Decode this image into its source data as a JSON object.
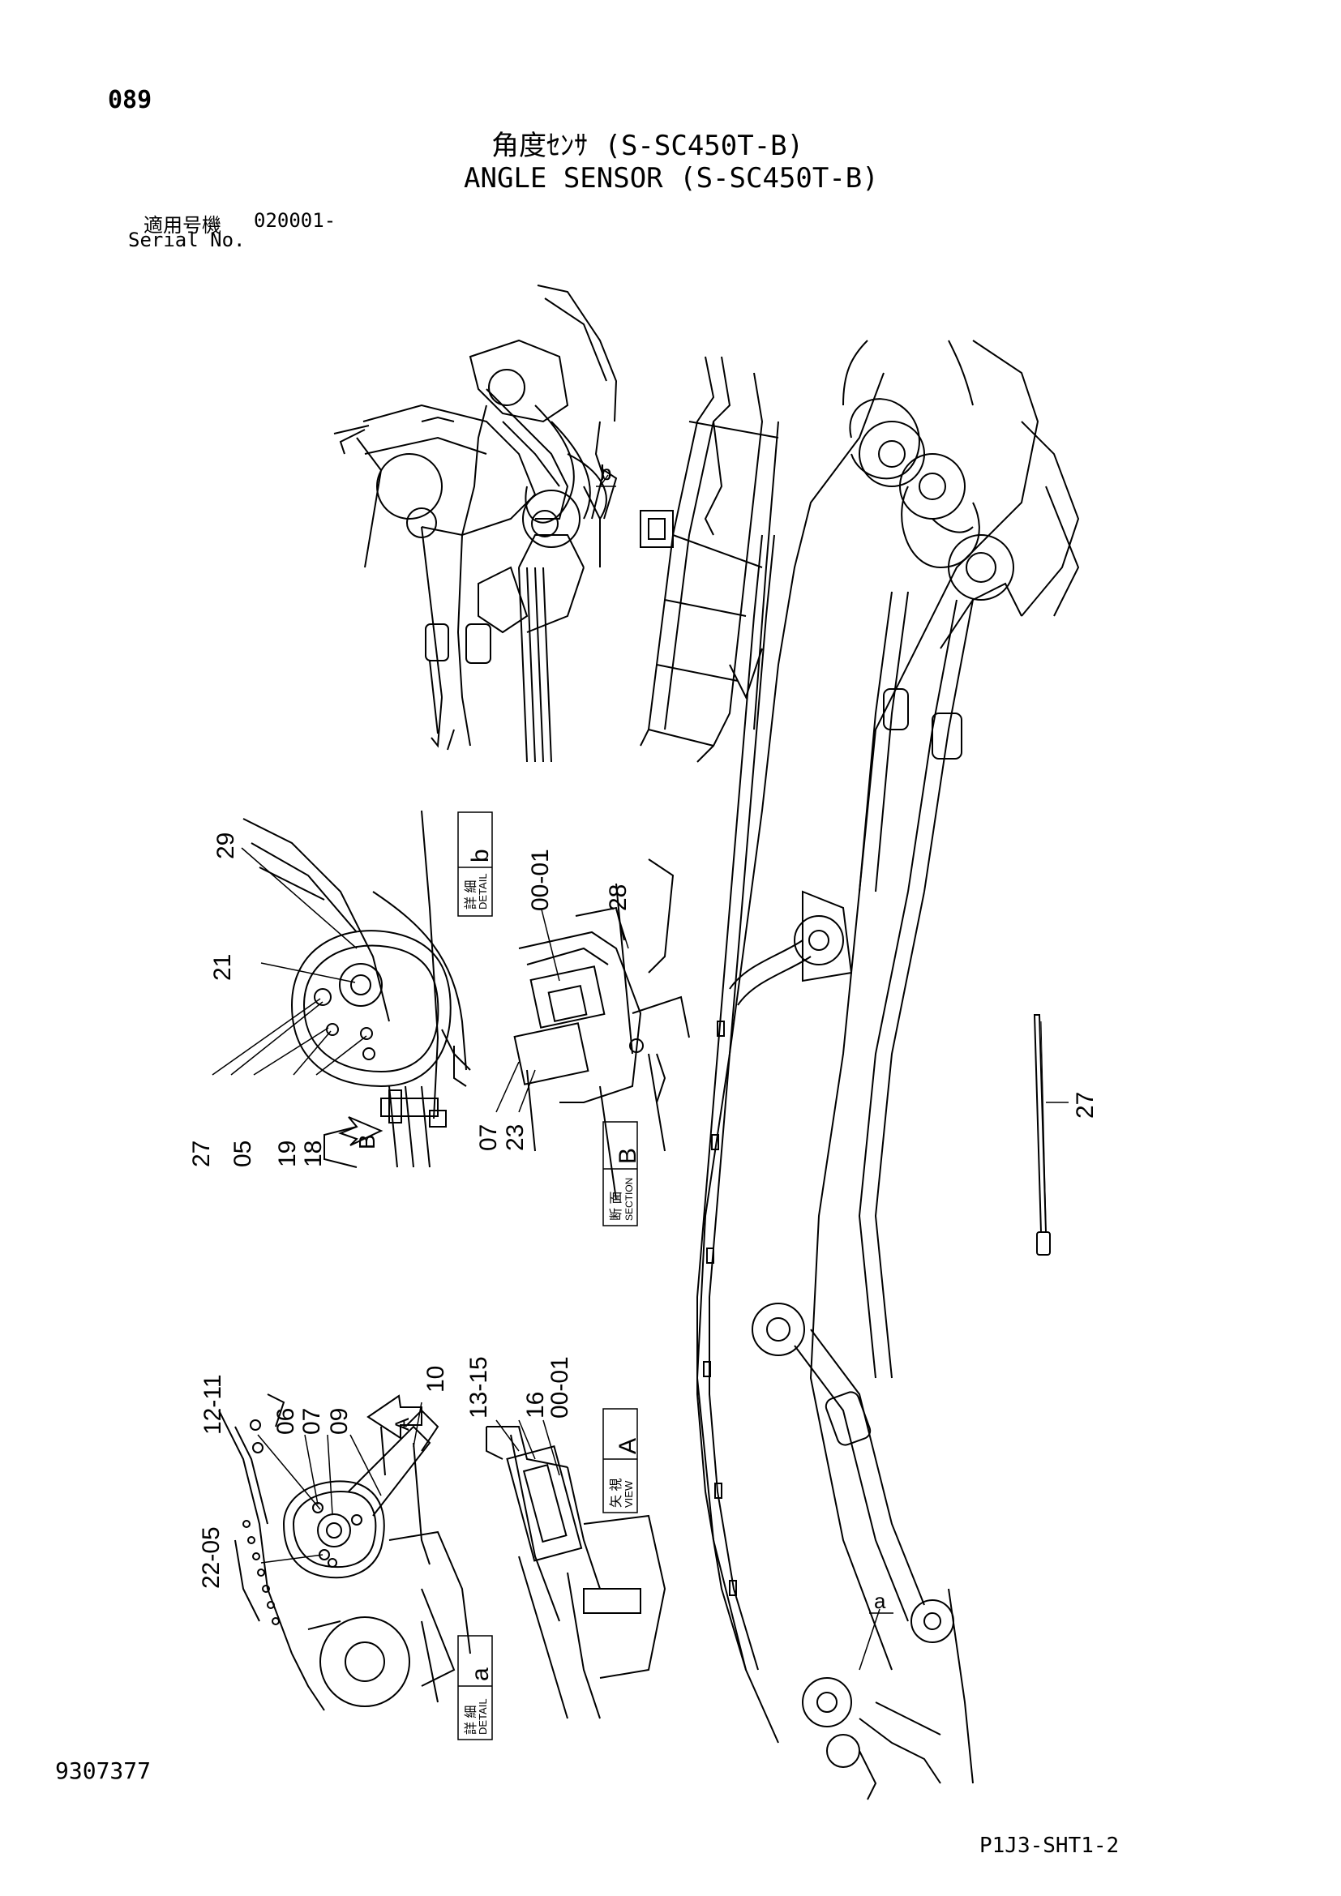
{
  "page_number": "089",
  "title_jp": "角度ｾﾝｻ (S-SC450T-B)",
  "title_en": "ANGLE SENSOR (S-SC450T-B)",
  "serial_label_jp": "適用号機",
  "serial_value": "020001-",
  "serial_label_en": "Serial No.",
  "doc_number": "9307377",
  "sheet_code": "P1J3-SHT1-2",
  "detail_b": {
    "jp": "詳 細",
    "en": "DETAIL",
    "letter": "b"
  },
  "section_b": {
    "jp": "断 面",
    "en": "SECTION",
    "letter": "B"
  },
  "view_a": {
    "jp": "矢 視",
    "en": "VIEW",
    "letter": "A"
  },
  "detail_a": {
    "jp": "詳 細",
    "en": "DETAIL",
    "letter": "a"
  },
  "callout_a": "a",
  "callout_b": "b",
  "arrow_b": "B",
  "arrow_a": "A",
  "parts": {
    "p29": "29",
    "p21": "21",
    "p27": "27",
    "p05": "05",
    "p19": "19",
    "p18": "18",
    "p00_01_b": "00-01",
    "p28": "28",
    "p07": "07",
    "p23": "23",
    "p27_tie": "27",
    "p12_11": "12-11",
    "p06": "06",
    "p07_a": "07",
    "p09": "09",
    "p10": "10",
    "p13_15": "13-15",
    "p16": "16",
    "p00_01_a": "00-01",
    "p22_05": "22-05"
  }
}
